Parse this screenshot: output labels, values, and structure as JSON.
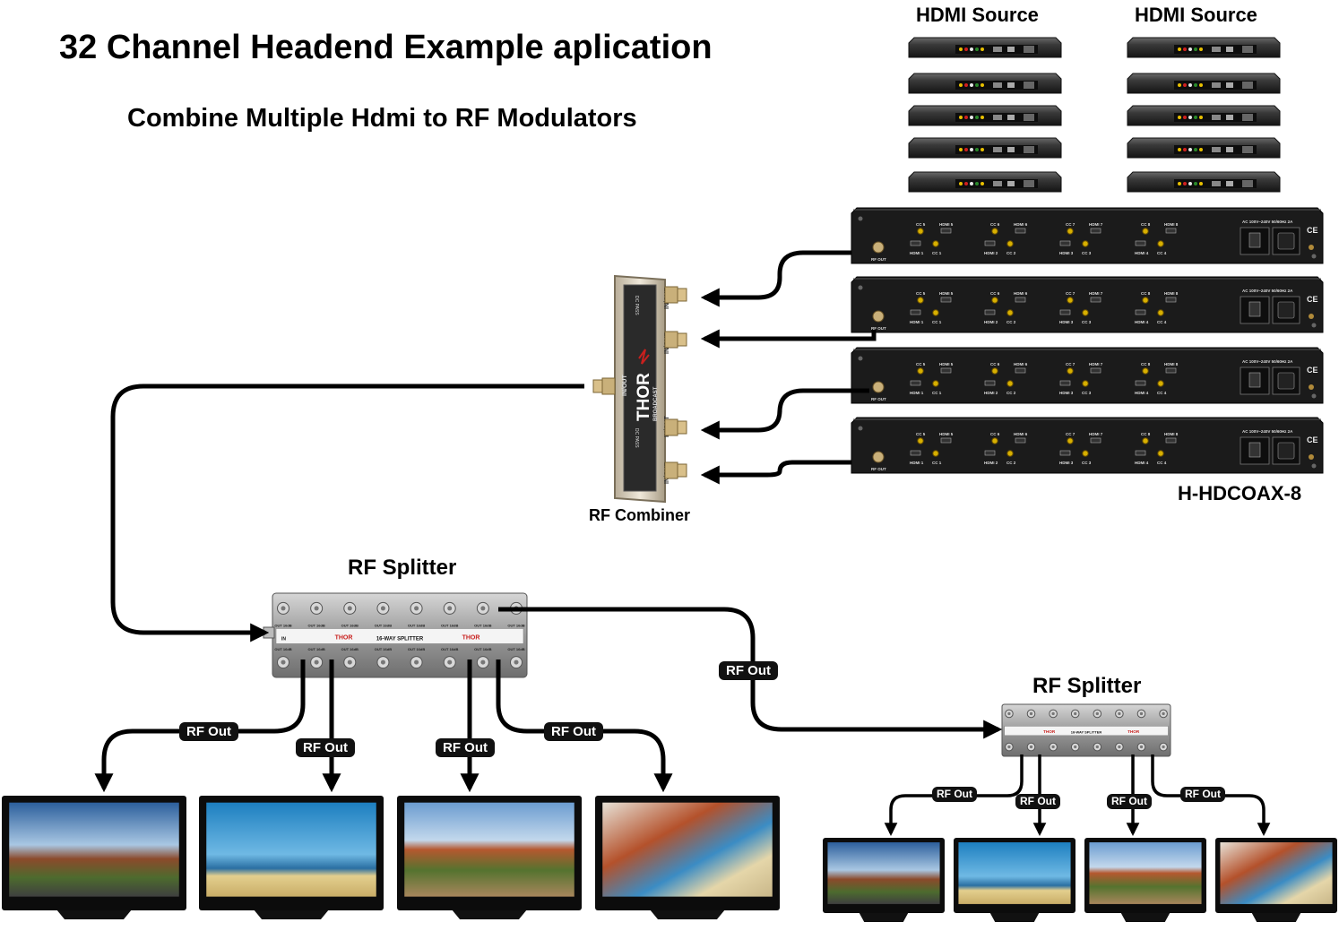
{
  "title": "32 Channel Headend Example aplication",
  "subtitle": "Combine Multiple Hdmi to RF Modulators",
  "sources": {
    "label_left": "HDMI Source",
    "label_right": "HDMI Source"
  },
  "modulator": {
    "model_label": "H-HDCOAX-8",
    "panel_text": {
      "rf_out": "RF OUT",
      "hdmi_1": "HDMI 1",
      "hdmi_2": "HDMI 2",
      "hdmi_3": "HDMI 3",
      "hdmi_4": "HDMI 4",
      "hdmi_5": "HDMI 5",
      "hdmi_6": "HDMI 6",
      "hdmi_7": "HDMI 7",
      "hdmi_8": "HDMI 8",
      "cc_1": "CC 1",
      "cc_2": "CC 2",
      "cc_3": "CC 3",
      "cc_4": "CC 4",
      "cc_5": "CC 5",
      "cc_6": "CC 6",
      "cc_7": "CC 7",
      "cc_8": "CC 8",
      "power": "AC 100V~240V 50/60Hz 2A",
      "ce_mark": "CE"
    }
  },
  "combiner": {
    "label": "RF Combiner",
    "brand": "THOR",
    "brand_sub": "BROADCAST",
    "port_label": "IN/OUT",
    "dc_pass": "DC PASS"
  },
  "splitter_main": {
    "label": "RF Splitter",
    "model_text": "16-WAY SPLITTER",
    "brand": "THOR",
    "in_label": "IN",
    "out_label": "OUT 16dB"
  },
  "splitter_secondary": {
    "label": "RF Splitter",
    "model_text": "16-WAY SPLITTER",
    "brand": "THOR"
  },
  "connections": {
    "rf_out": "RF Out"
  },
  "colors": {
    "cable": "#000000",
    "label_bg": "#111111",
    "label_text": "#ffffff",
    "modulator_body": "#1b1b1b",
    "combiner_body": "#d8cfbf",
    "splitter_body": "#b8b8b8",
    "brand_red": "#c8201e"
  }
}
